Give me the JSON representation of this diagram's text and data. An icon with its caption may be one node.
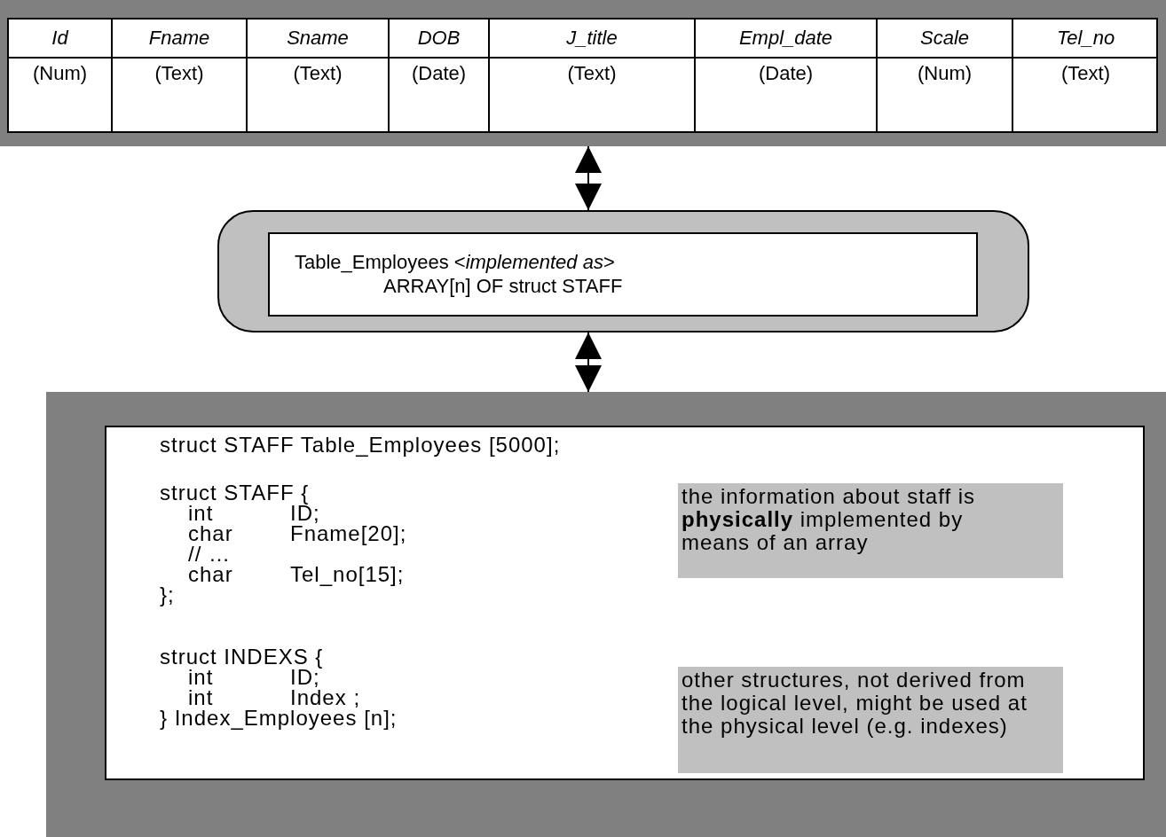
{
  "diagram": {
    "nodes": [
      {
        "text": [],
        "shape": "box"
      },
      {
        "text": [],
        "shape": "box"
      },
      {
        "text": [
          "Table_Employees <*implemented as*> ARRAY[n] OF struct STAFF"
        ],
        "in": 1
      },
      {
        "text": [],
        "shape": "box"
      },
      {
        "text": [
          "struct STAFF Table_Employees [5000];",
          "struct STAFF {",
          "int\tID;",
          "char\tFname[20];",
          "// …",
          "char\tTel_no[15];",
          "};",
          "struct INDEXS {",
          "int\tID;",
          "int\tIndex ;",
          "} Index_Employees [n];"
        ],
        "in": 3
      },
      {
        "text": [
          "the information about staff is **physically** implemented by means of an array"
        ],
        "in": 4
      },
      {
        "text": [
          "other structures, not derived from the logical level, might be used at the physical level (e.g. indexes)"
        ],
        "in": 4
      }
    ],
    "edges": [
      {
        "from": 0,
        "to": 1,
        "arrow": "both"
      },
      {
        "from": 1,
        "to": 3,
        "arrow": "both"
      }
    ],
    "labels": [
      "Id",
      "Fname",
      "Sname",
      "DOB",
      "J_title",
      "Empl_date",
      "Scale",
      "Tel_no",
      "(Num)",
      "(Text)",
      "(Text)",
      "(Date)",
      "(Text)",
      "(Date)",
      "(Num)",
      "(Text)"
    ]
  }
}
